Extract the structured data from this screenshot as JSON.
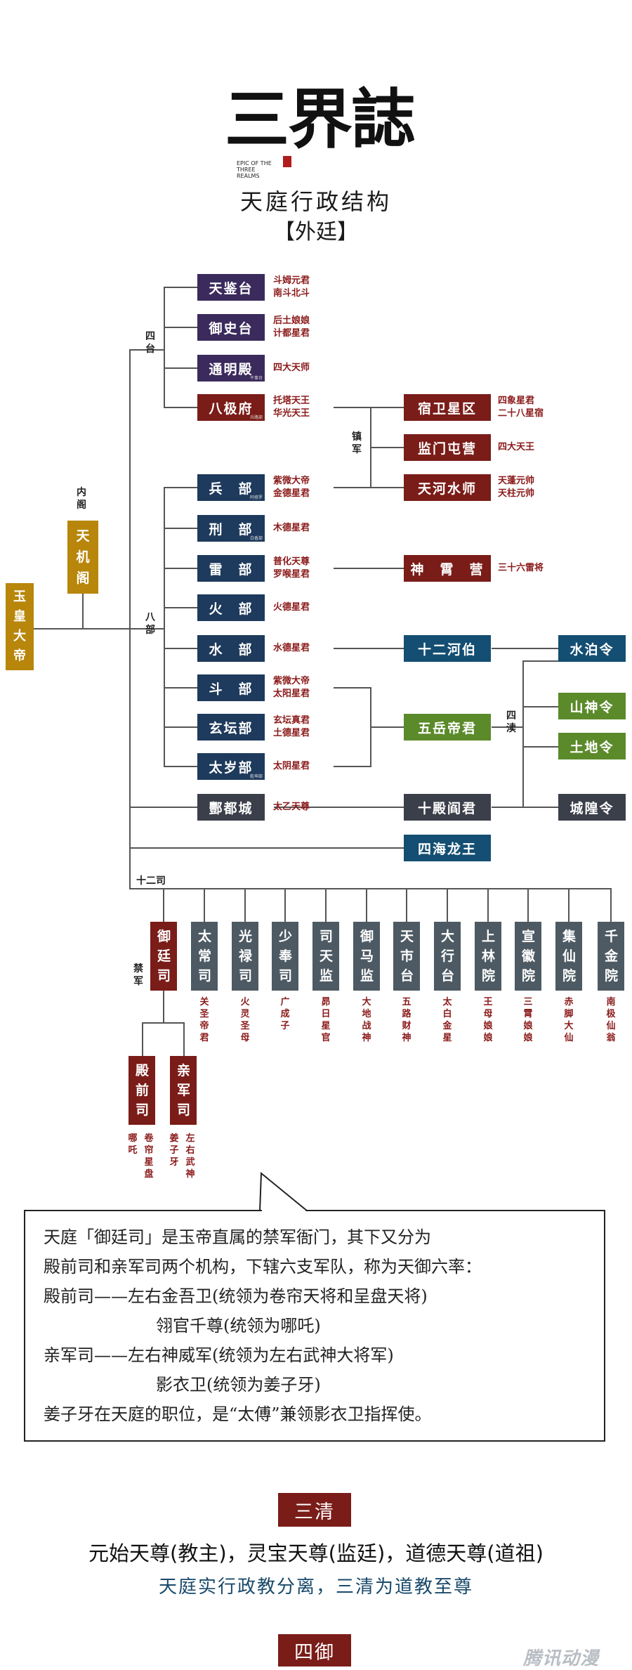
{
  "header": {
    "logo_text": "三界誌",
    "logo_sub": "EPIC OF THE THREE REALMS",
    "title": "天庭行政结构",
    "subtitle": "【外廷】"
  },
  "root": {
    "emperor": "玉皇大帝",
    "cabinet_label": "内阁",
    "cabinet": "天机阁"
  },
  "groups": {
    "four_tai": "四台",
    "eight_bu": "八部",
    "twelve_si": "十二司",
    "zhen_jun": "镇军",
    "si_du": "四渎",
    "jin_jun": "禁军"
  },
  "four_tai": [
    {
      "name": "天鉴台",
      "sub": "",
      "note": [
        "斗姆元君",
        "南斗北斗"
      ]
    },
    {
      "name": "御史台",
      "sub": "",
      "note": [
        "后土娘娘",
        "计都星君"
      ]
    },
    {
      "name": "通明殿",
      "sub": "干事台",
      "note": [
        "四大天师"
      ]
    },
    {
      "name": "八极府",
      "sub": "兵路部",
      "note": [
        "托塔天王",
        "华光天王"
      ]
    }
  ],
  "zhen_jun_units": [
    {
      "name": "宿卫星区",
      "note": [
        "四象星君",
        "二十八星宿"
      ]
    },
    {
      "name": "监门屯营",
      "note": [
        "四大天王"
      ]
    },
    {
      "name": "天河水师",
      "note": [
        "天蓬元帅",
        "天柱元帅"
      ]
    }
  ],
  "eight_bu": [
    {
      "name": "兵　部",
      "sub": "阿修罗",
      "note": [
        "紫微大帝",
        "金德星君"
      ]
    },
    {
      "name": "刑　部",
      "sub": "白香部",
      "note": [
        "木德星君"
      ]
    },
    {
      "name": "雷　部",
      "sub": "",
      "note": [
        "普化天尊",
        "罗喉星君"
      ]
    },
    {
      "name": "火　部",
      "sub": "",
      "note": [
        "火德星君"
      ]
    },
    {
      "name": "水　部",
      "sub": "",
      "note": [
        "水德星君"
      ]
    },
    {
      "name": "斗　部",
      "sub": "",
      "note": [
        "紫微大帝",
        "太阳星君"
      ]
    },
    {
      "name": "玄坛部",
      "sub": "",
      "note": [
        "玄坛真君",
        "土德星君"
      ]
    },
    {
      "name": "太岁部",
      "sub": "乾坤部",
      "note": [
        "太阴星君"
      ]
    }
  ],
  "thunder_camp": {
    "name": "神　霄　营",
    "note": "三十六雷将"
  },
  "water": {
    "river": "十二河伯",
    "river_ling": "水泊令"
  },
  "wuyue": {
    "name": "五岳帝君",
    "mountain": "山神令",
    "earth": "土地令",
    "city": "城隍令"
  },
  "fengdu": {
    "name": "酆都城",
    "note": "太乙天尊",
    "ten_kings": "十殿阎君"
  },
  "dragon": "四海龙王",
  "twelve_si": [
    {
      "name": "御廷司",
      "note": ""
    },
    {
      "name": "太常司",
      "note": "关圣帝君"
    },
    {
      "name": "光禄司",
      "note": "火灵圣母"
    },
    {
      "name": "少奉司",
      "note": "广成子"
    },
    {
      "name": "司天监",
      "note": "昴日星官"
    },
    {
      "name": "御马监",
      "note": "大地战神"
    },
    {
      "name": "天市台",
      "note": "五路财神"
    },
    {
      "name": "大行台",
      "note": "太白金星"
    },
    {
      "name": "上林院",
      "note": "王母娘娘"
    },
    {
      "name": "宣徽院",
      "note": "三霄娘娘"
    },
    {
      "name": "集仙院",
      "note": "赤脚大仙"
    },
    {
      "name": "千金院",
      "note": "南极仙翁"
    }
  ],
  "jin_jun_units": [
    {
      "name": "殿前司",
      "note1": "哪吒",
      "note2": "卷帘星盘"
    },
    {
      "name": "亲军司",
      "note1": "姜子牙",
      "note2": "左右武神"
    }
  ],
  "callout": [
    "天庭「御廷司」是玉帝直属的禁军衙门，其下又分为",
    "殿前司和亲军司两个机构，下辖六支军队，称为天御六率：",
    "殿前司——左右金吾卫(统领为卷帘天将和呈盘天将)",
    "翎官千尊(统领为哪吒)",
    "亲军司——左右神威军(统领为左右武神大将军)",
    "影衣卫(统领为姜子牙)",
    "姜子牙在天庭的职位，是“太傅”兼领影衣卫指挥使。"
  ],
  "sanqing": {
    "banner": "三清",
    "line1": "元始天尊(教主)，灵宝天尊(监廷)，道德天尊(道祖)",
    "line2": "天庭实行政教分离，三清为道教至尊"
  },
  "siyu": {
    "banner": "四御"
  },
  "watermark": "腾讯动漫",
  "colors": {
    "accent_red": "#7a1c18",
    "navy": "#1e3a5c",
    "purple": "#3b2a5c",
    "green": "#5b8a2a",
    "gold": "#b8860b",
    "slate_blue": "#1a4a6b"
  }
}
